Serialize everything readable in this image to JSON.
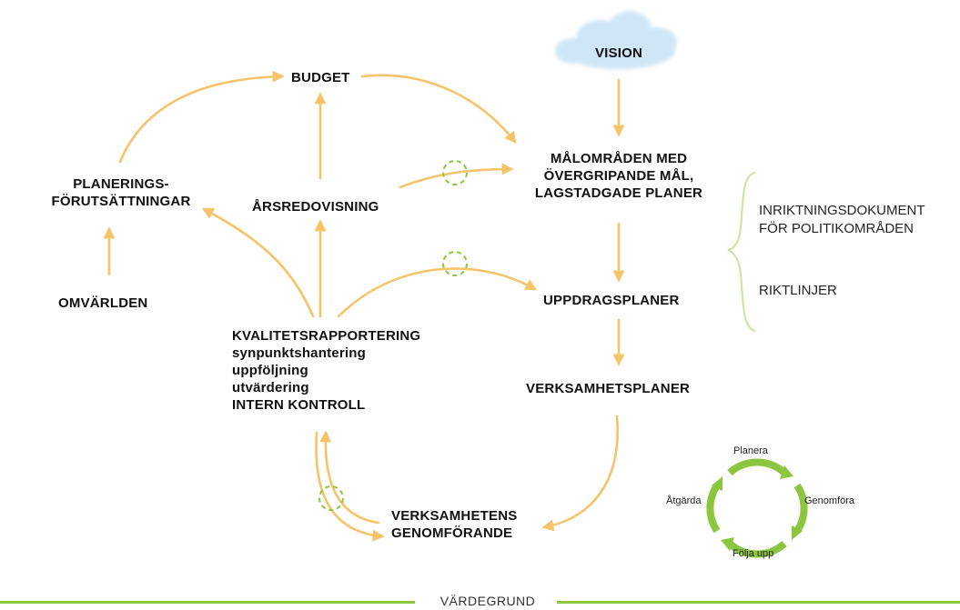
{
  "nodes": {
    "vision": "VISION",
    "budget": "BUDGET",
    "malomraden": [
      "MÅLOMRÅDEN MED",
      "ÖVERGRIPANDE MÅL,",
      "LAGSTADGADE PLANER"
    ],
    "planerings": [
      "PLANERINGS-",
      "FÖRUTSÄTTNINGAR"
    ],
    "arsredovisning": "ÅRSREDOVISNING",
    "omvarlden": "OMVÄRLDEN",
    "uppdragsplaner": "UPPDRAGSPLANER",
    "kvalitet": [
      "KVALITETSRAPPORTERING",
      "synpunktshantering",
      "uppföljning",
      "utvärdering",
      "INTERN KONTROLL"
    ],
    "verksamhetsplaner": "VERKSAMHETSPLANER",
    "genomforande": [
      "VERKSAMHETENS",
      "GENOMFÖRANDE"
    ]
  },
  "bracket": {
    "inriktning": [
      "INRIKTNINGSDOKUMENT",
      "FÖR POLITIKOMRÅDEN"
    ],
    "riktlinjer": "RIKTLINJER"
  },
  "cycle": {
    "planera": "Planera",
    "genomfora": "Genomföra",
    "folja_upp": "Följa upp",
    "atgarda": "Åtgärda"
  },
  "footer": "VÄRDEGRUND",
  "colors": {
    "arrow": "#f5c46a",
    "green": "#8cc63f",
    "cloud": "#cfe6f7"
  }
}
